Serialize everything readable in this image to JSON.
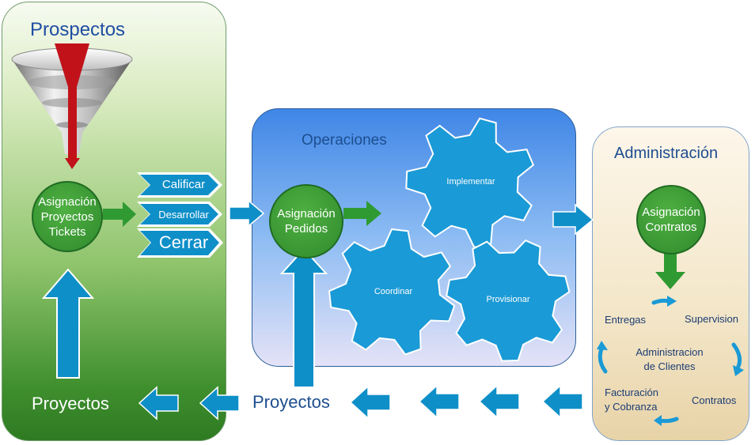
{
  "prospectos": {
    "title": "Prospectos",
    "circle_label": "Asignación\nProyectos\nTickets",
    "stages": [
      "Calificar",
      "Desarrollar",
      "Cerrar"
    ],
    "bottom_label": "Proyectos"
  },
  "operaciones": {
    "title": "Operaciones",
    "circle_label": "Asignación\nPedidos",
    "gears": [
      "Implementar",
      "Coordinar",
      "Provisionar"
    ]
  },
  "flow_label": "Proyectos",
  "administracion": {
    "title": "Administración",
    "circle_label": "Asignación\nContratos",
    "cycle": {
      "entregas": "Entregas",
      "supervision": "Supervision",
      "center": "Administracion\nde Clientes",
      "facturacion": "Facturación\ny Cobranza",
      "contratos": "Contratos"
    }
  },
  "colors": {
    "arrow_blue": "#0f8fc8",
    "arrow_green": "#2f9a32",
    "gear_blue": "#1a9ad6",
    "title_blue": "#1f4ea3"
  }
}
